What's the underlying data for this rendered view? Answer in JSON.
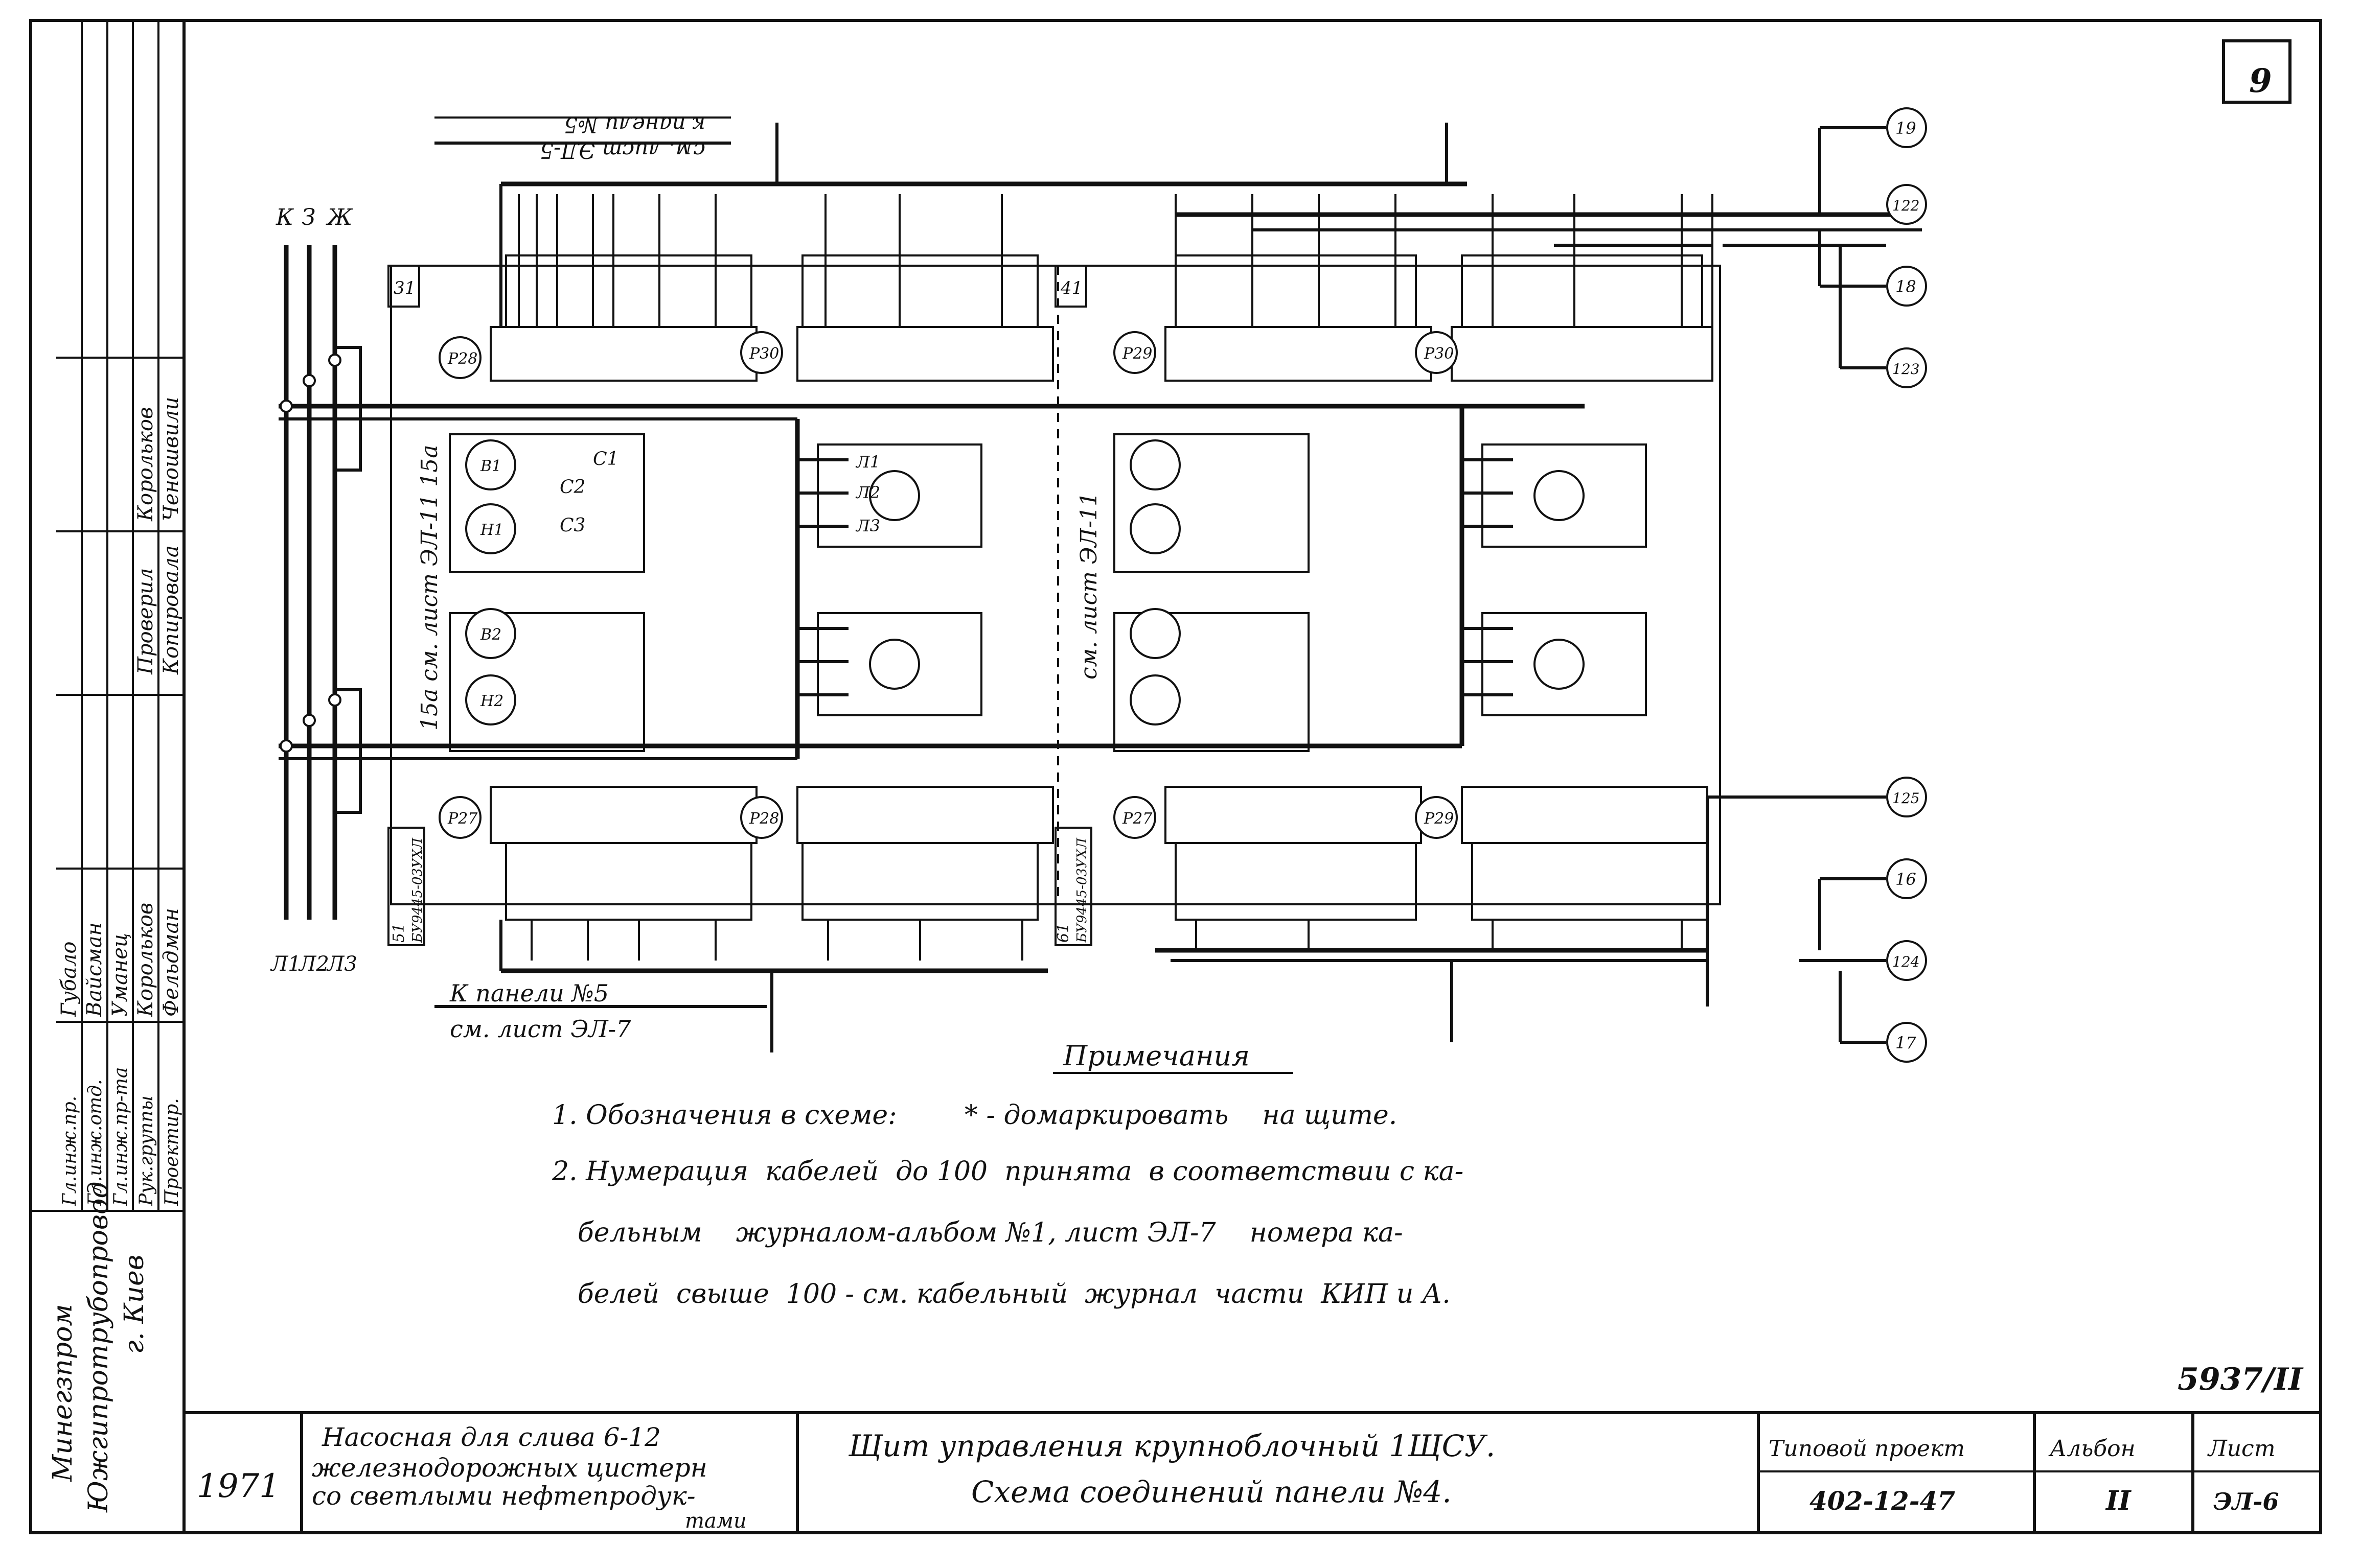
{
  "sheet_number": "9",
  "drawing_code": "5937/II",
  "title_block": {
    "year": "1971",
    "object_lines": [
      "Насосная для слива 6-12",
      "железнодорожных цистерн",
      "со светлыми нефтепродук-",
      "тами"
    ],
    "drawing_title_lines": [
      "Щит управления крупноблочный 1ЩСУ.",
      "Схема соединений панели №4."
    ],
    "project_label": "Типовой проект",
    "project_number": "402-12-47",
    "album_label": "Альбон",
    "album_value": "II",
    "sheet_label": "Лист",
    "sheet_value": "ЭЛ-6"
  },
  "side_stamp": {
    "organization_lines": [
      "Минегзпром",
      "Южгипротрубопровод",
      "г. Киев"
    ],
    "roles": [
      "Гл.инж.пр.",
      "Гл.инж.отд.",
      "Гл.инж.пр-та",
      "Рук.группы",
      "Проектир."
    ],
    "names": [
      "Губало",
      "Вайсман",
      "Уманец",
      "Корольков",
      "Фельдман"
    ],
    "checked_label": "Проверил",
    "checked_name": "Корольков",
    "copied_label": "Копировала",
    "copied_name": "Ченошвили"
  },
  "notes": {
    "heading": "Примечания",
    "lines": [
      "1. Обозначения в схеме:        * - домаркировать    на щите.",
      "2. Нумерация  кабелей  до 100  принята  в соответствии с ка-",
      "бельным    журналом-альбом №1, лист ЭЛ-7    номера ка-",
      "белей  свыше  100 - см. кабельный  журнал  части  КИП и А."
    ]
  },
  "diagram": {
    "top_ref_lines": [
      "к панели №5",
      "см. лист ЭЛ-5"
    ],
    "bottom_ref_lines": [
      "К панели №5",
      "см. лист ЭЛ-7"
    ],
    "bus_labels": [
      "К",
      "З",
      "Ж"
    ],
    "phase_labels": [
      "Л1",
      "Л2",
      "Л3"
    ],
    "left_middle_ref": "15а  см. лист ЭЛ-11  15а",
    "center_middle_ref": "см. лист ЭЛ-11",
    "block_codes": [
      "31",
      "41",
      "51",
      "61"
    ],
    "block_types": [
      "БУ9445-03УХЛ",
      "БУ9445-03УХЛ"
    ],
    "cable_circles_right_top": [
      "19",
      "122",
      "18",
      "123"
    ],
    "cable_circles_right_bottom": [
      "125",
      "16",
      "124",
      "17"
    ],
    "terminal_tags_top": [
      "Р28",
      "Р30",
      "Р29",
      "Р30"
    ],
    "terminal_tags_bottom": [
      "Р27",
      "Р28",
      "Р27",
      "Р29"
    ],
    "lamp_labels": [
      "В1",
      "Н1",
      "В2",
      "Н2"
    ],
    "contact_labels": [
      "С1",
      "С2",
      "С3"
    ],
    "switch_labels": [
      "Л1",
      "Л2",
      "Л3"
    ]
  }
}
